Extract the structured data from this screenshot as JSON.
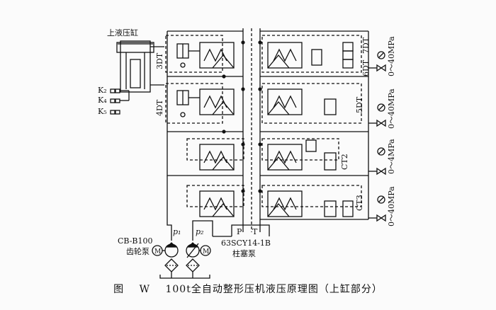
{
  "labels": {
    "cylinder": "上液压缸",
    "k2": "K₂",
    "k4": "K₄",
    "k5": "K₅",
    "v3dt": "3DT",
    "v4dt": "4DT",
    "v7dt": "7DT",
    "v6dt": "6DT",
    "v5dt": "5DT",
    "ct2": "CT2",
    "ct3": "CT3",
    "g1": "0～40MPa",
    "g2": "0～40MPa",
    "g3": "0～4MPa",
    "g4": "0～40MPa",
    "p": "P",
    "t": "T",
    "p1": "p₁",
    "p2": "p₂",
    "m1": "M",
    "m2": "M",
    "gear_model": "CB-B100",
    "gear_name": "齿轮泵",
    "piston_model": "63SCY14-1B",
    "piston_name": "柱塞泵"
  },
  "caption": {
    "fig": "图",
    "num": "W",
    "title": "100t全自动整形压机液压原理图（上缸部分）"
  }
}
